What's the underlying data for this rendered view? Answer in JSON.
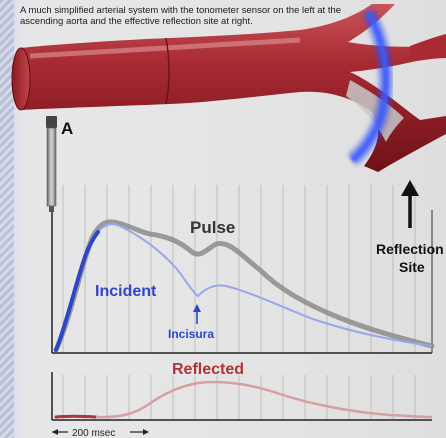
{
  "caption": "A much simplified arterial system with the tonometer sensor on the left at the ascending aorta and the effective reflection site at right.",
  "labels": {
    "sensor": "A",
    "pulse": "Pulse",
    "incident": "Incident",
    "incisura": "Incisura",
    "reflected": "Reflected",
    "reflection_line1": "Reflection",
    "reflection_line2": "Site",
    "scale": "200 msec"
  },
  "colors": {
    "artery": "#9e1f28",
    "pulse": "#8c8c8c",
    "incident": "#2f46c9",
    "incident_light": "#9aa6e8",
    "reflected": "#b0323a",
    "reflected_light": "#d4a0a3",
    "reflection_band": "#2b4cf0"
  },
  "icons": {
    "sensor_probe": "tonometer-probe-icon",
    "reflection_arrow": "up-arrow-icon",
    "incisura_arrow": "up-arrow-icon"
  }
}
